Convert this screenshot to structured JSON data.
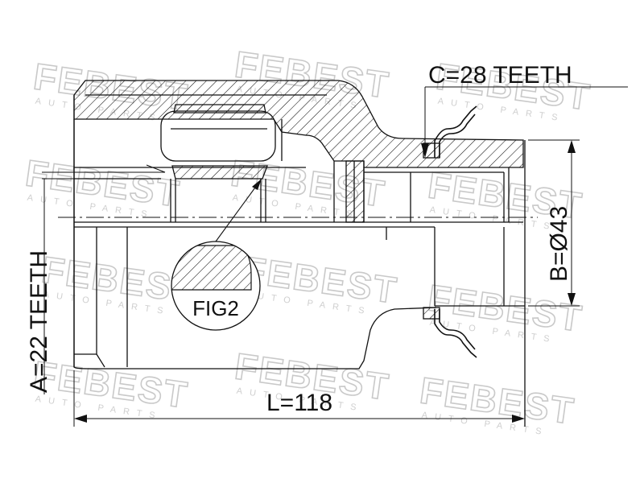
{
  "labels": {
    "spline_a": "A=22 TEETH",
    "spline_c": "C=28 TEETH",
    "diameter_b": "B=Ø43",
    "length_l": "L=118",
    "detail": "FIG2"
  },
  "watermark": {
    "brand": "FEBEST",
    "tagline": "AUTO PARTS"
  },
  "colors": {
    "line": "#111111",
    "watermark": "#c9c9c9"
  }
}
